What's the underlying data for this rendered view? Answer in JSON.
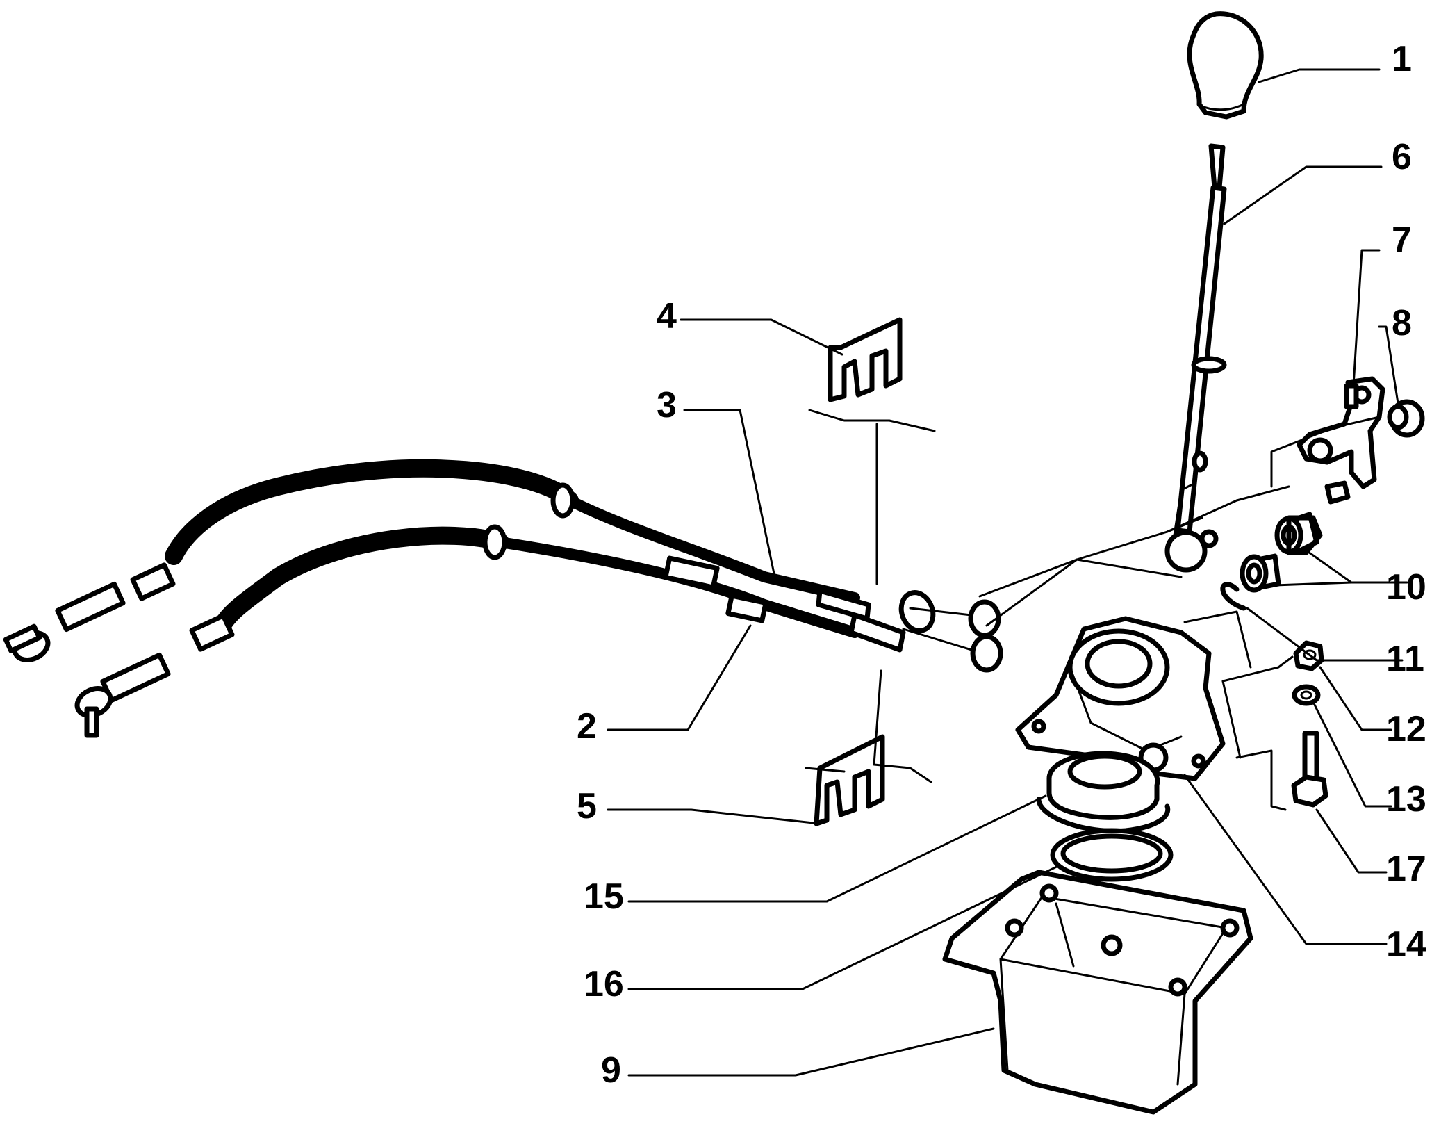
{
  "diagram": {
    "callouts": [
      "1",
      "2",
      "3",
      "4",
      "5",
      "6",
      "7",
      "8",
      "9",
      "10",
      "11",
      "12",
      "13",
      "14",
      "15",
      "16",
      "17"
    ]
  },
  "colors": {
    "ink": "#000000",
    "paper": "#ffffff"
  }
}
